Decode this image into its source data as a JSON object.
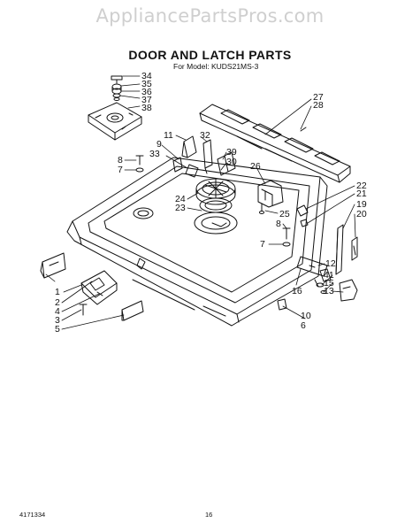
{
  "watermark": "AppliancePartsPros.com",
  "title": "DOOR AND LATCH PARTS",
  "model": "For Model: KUDS21MS-3",
  "footer": {
    "code": "4171334",
    "page": "16"
  },
  "callouts": [
    {
      "id": "c34",
      "label": "34"
    },
    {
      "id": "c35",
      "label": "35"
    },
    {
      "id": "c36",
      "label": "36"
    },
    {
      "id": "c37",
      "label": "37"
    },
    {
      "id": "c38",
      "label": "38"
    },
    {
      "id": "c27",
      "label": "27"
    },
    {
      "id": "c28",
      "label": "28"
    },
    {
      "id": "c11",
      "label": "11"
    },
    {
      "id": "c32",
      "label": "32"
    },
    {
      "id": "c9",
      "label": "9"
    },
    {
      "id": "c33",
      "label": "33"
    },
    {
      "id": "c39",
      "label": "39"
    },
    {
      "id": "c30",
      "label": "30"
    },
    {
      "id": "c8a",
      "label": "8"
    },
    {
      "id": "c7a",
      "label": "7"
    },
    {
      "id": "c26",
      "label": "26"
    },
    {
      "id": "c24",
      "label": "24"
    },
    {
      "id": "c23",
      "label": "23"
    },
    {
      "id": "c25",
      "label": "25"
    },
    {
      "id": "c22",
      "label": "22"
    },
    {
      "id": "c21",
      "label": "21"
    },
    {
      "id": "c19",
      "label": "19"
    },
    {
      "id": "c20",
      "label": "20"
    },
    {
      "id": "c8b",
      "label": "8"
    },
    {
      "id": "c7b",
      "label": "7"
    },
    {
      "id": "c12",
      "label": "12"
    },
    {
      "id": "c16",
      "label": "16"
    },
    {
      "id": "c41",
      "label": "41"
    },
    {
      "id": "c15",
      "label": "15"
    },
    {
      "id": "c13",
      "label": "13"
    },
    {
      "id": "c10",
      "label": "10"
    },
    {
      "id": "c6",
      "label": "6"
    },
    {
      "id": "c1",
      "label": "1"
    },
    {
      "id": "c2",
      "label": "2"
    },
    {
      "id": "c4",
      "label": "4"
    },
    {
      "id": "c3",
      "label": "3"
    },
    {
      "id": "c5",
      "label": "5"
    }
  ]
}
